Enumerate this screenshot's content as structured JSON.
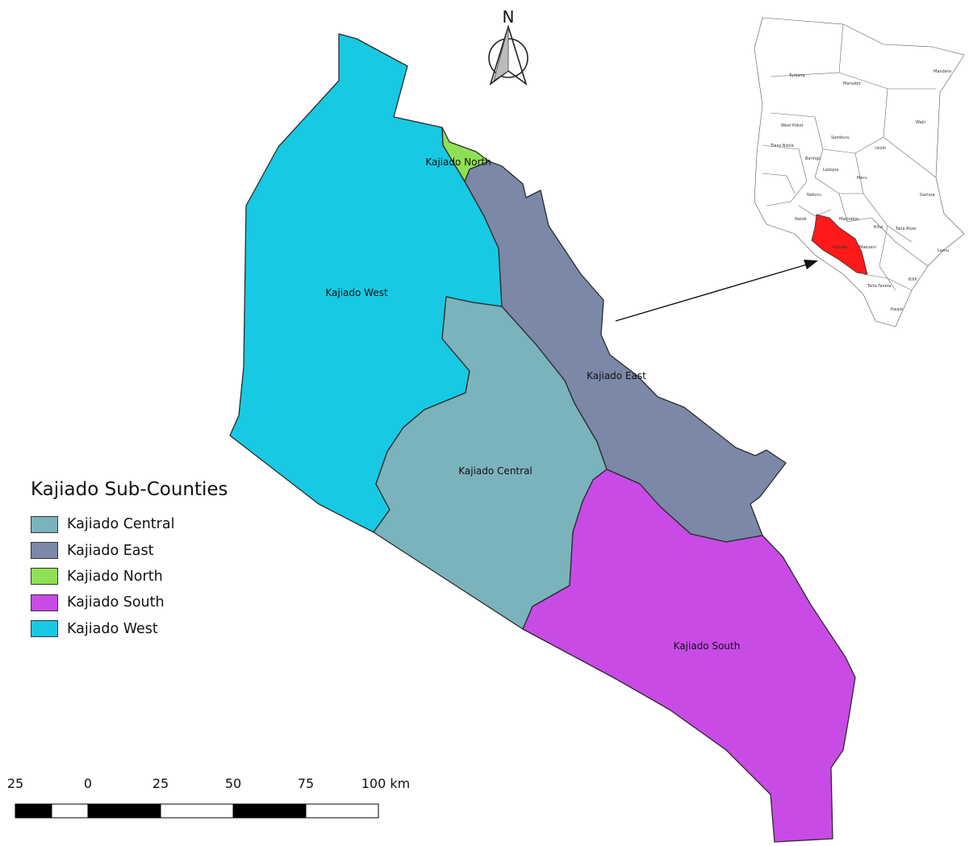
{
  "north_arrow": {
    "letter": "N"
  },
  "legend": {
    "title": "Kajiado Sub-Counties",
    "items": [
      {
        "label": "Kajiado Central",
        "color": "#7bb3bd"
      },
      {
        "label": "Kajiado East",
        "color": "#7b88a8"
      },
      {
        "label": "Kajiado North",
        "color": "#8fe055"
      },
      {
        "label": "Kajiado South",
        "color": "#c84be6"
      },
      {
        "label": "Kajiado West",
        "color": "#18c9e3"
      }
    ]
  },
  "regions": {
    "west": {
      "label": "Kajiado West",
      "color": "#18c9e3"
    },
    "north": {
      "label": "Kajiado North",
      "color": "#8fe055"
    },
    "east": {
      "label": "Kajiado East",
      "color": "#7b88a8"
    },
    "central": {
      "label": "Kajiado Central",
      "color": "#7bb3bd"
    },
    "south": {
      "label": "Kajiado South",
      "color": "#c84be6"
    }
  },
  "scale_bar": {
    "labels": [
      "25",
      "0",
      "25",
      "50",
      "75",
      "100 km"
    ]
  },
  "inset_map": {
    "highlight_color": "#ff1a1a",
    "county_labels": [
      "Turkana",
      "Marsabit",
      "Mandera",
      "Wajir",
      "West Pokot",
      "Samburu",
      "Isiolo",
      "Trans Nzoia",
      "Baringo",
      "Garissa",
      "Laikipia",
      "Meru",
      "Nakuru",
      "Narok",
      "Machakos",
      "Kitui",
      "Tana River",
      "Kajiado",
      "Makueni",
      "Lamu",
      "Taita Taveta",
      "Kilifi",
      "Kwale"
    ]
  }
}
